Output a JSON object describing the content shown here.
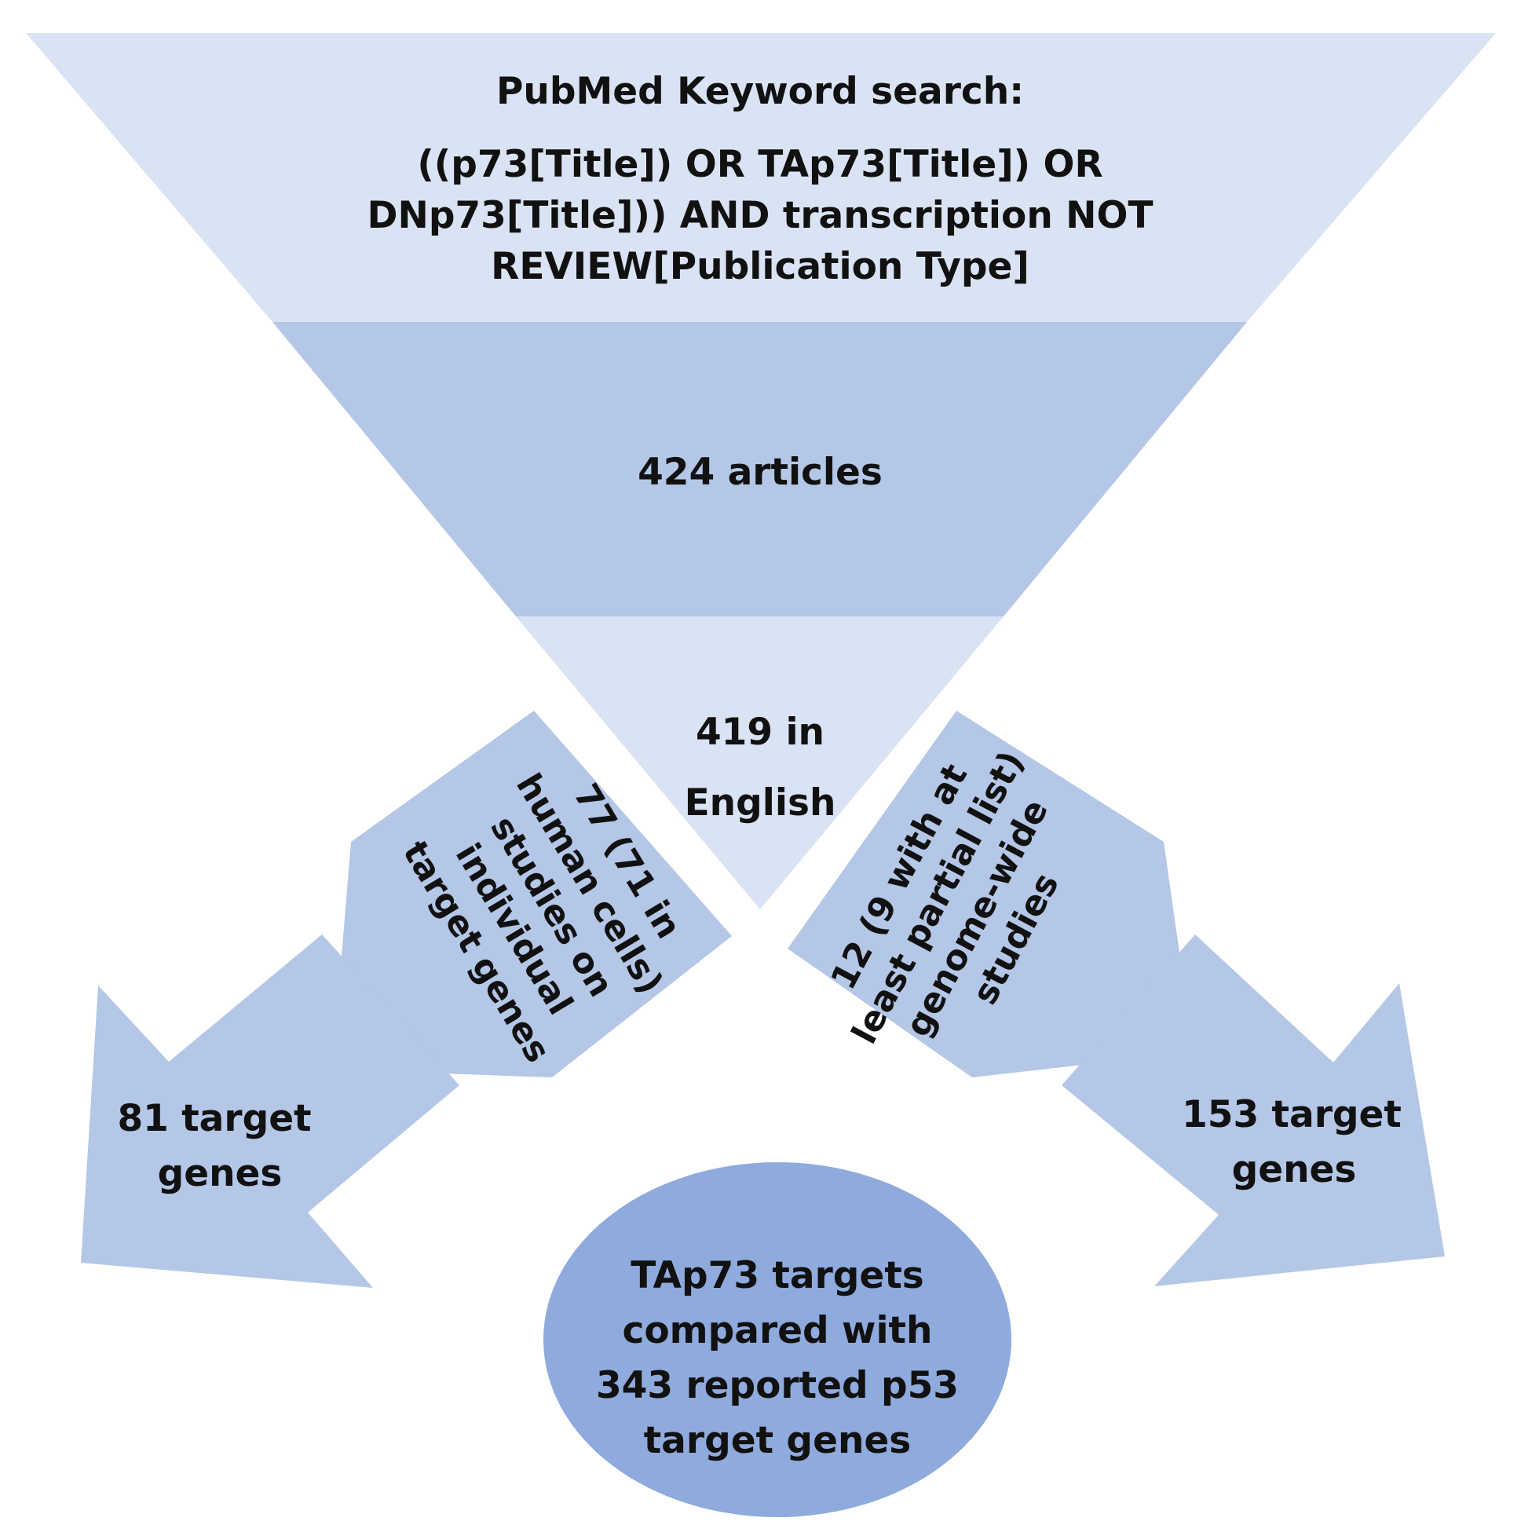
{
  "colors": {
    "top_tier": "#dae3f3",
    "middle_tier": "#b4c7e7",
    "bottom_tier": "#dae3f3",
    "side_boxes": "#b4c7e7",
    "arrows": "#b4c7e7",
    "ellipse": "#8faadc",
    "text": "#111111"
  },
  "funnel": {
    "search_heading": "PubMed Keyword search:",
    "search_query": [
      "((p73[Title]) OR TAp73[Title]) OR",
      "DNp73[Title])) AND transcription NOT",
      "REVIEW[Publication Type]"
    ],
    "articles": "424 articles",
    "english": [
      "419 in",
      "English"
    ]
  },
  "branches": {
    "left_box": [
      "77 (71 in",
      "human cells)",
      "studies on",
      "individual",
      "target genes"
    ],
    "right_box": [
      "12 (9 with at",
      "least partial list)",
      "genome-wide",
      "studies"
    ],
    "left_arrow": [
      "81 target",
      "genes"
    ],
    "right_arrow": [
      "153 target",
      "genes"
    ]
  },
  "result": [
    "TAp73 targets",
    "compared with",
    "343 reported p53",
    "target genes"
  ]
}
